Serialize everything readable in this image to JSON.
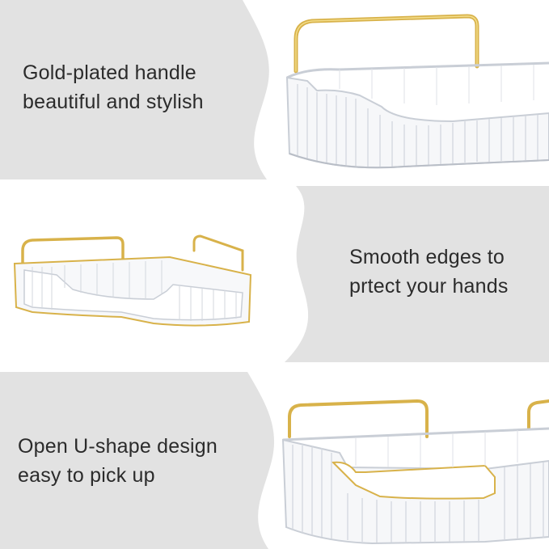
{
  "panels": [
    {
      "line1": "Gold-plated handle",
      "line2": "beautiful and stylish"
    },
    {
      "line1": "Smooth edges to",
      "line2": "prtect your hands"
    },
    {
      "line1": "Open U-shape design",
      "line2": "easy to pick up"
    }
  ],
  "colors": {
    "gray": "#e2e2e2",
    "white": "#ffffff",
    "gold": "#d8b24a",
    "gold_light": "#f3dd8a",
    "plastic": "#c9ced6"
  }
}
